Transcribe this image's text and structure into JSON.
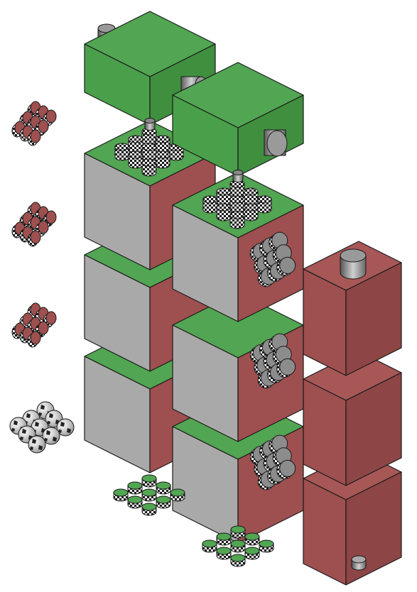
{
  "title": "",
  "colors": {
    "background": "#ffffff",
    "green_top": "#52a552",
    "green_front": "#4aa04a",
    "green_side": "#3f8f3f",
    "red_front": "#9e4f4f",
    "red_side": "#8d4545",
    "red_top": "#a85757",
    "gray_face": "#a9a9a9",
    "outline": "#1a1a1a",
    "peg_light": "#d6d6d6",
    "peg_dark": "#6b6b6b"
  },
  "components": {
    "left_clusters": [
      {
        "kind": "red-peg-grid",
        "grid": "3x3"
      },
      {
        "kind": "red-peg-grid",
        "grid": "3x3"
      },
      {
        "kind": "red-peg-grid",
        "grid": "3x3"
      },
      {
        "kind": "checkered-ball-grid",
        "grid": "3x3"
      }
    ],
    "green_caps": [
      {
        "kind": "green-cap-block",
        "peg_icon": "cylinder-peg-icon"
      },
      {
        "kind": "green-cap-block",
        "peg_icon": "cylinder-peg-icon"
      }
    ],
    "stack_cubes": [
      {
        "column": "left",
        "level": 1
      },
      {
        "column": "left",
        "level": 2
      },
      {
        "column": "left",
        "level": 3
      },
      {
        "column": "right",
        "level": 1
      },
      {
        "column": "right",
        "level": 2
      },
      {
        "column": "right",
        "level": 3
      }
    ],
    "red_column_blocks": [
      {
        "level": 1
      },
      {
        "level": 2
      },
      {
        "level": 3
      }
    ],
    "bottom_clusters": [
      {
        "kind": "green-peg-grid",
        "grid": "3x3"
      },
      {
        "kind": "green-peg-grid",
        "grid": "3x3"
      }
    ]
  }
}
